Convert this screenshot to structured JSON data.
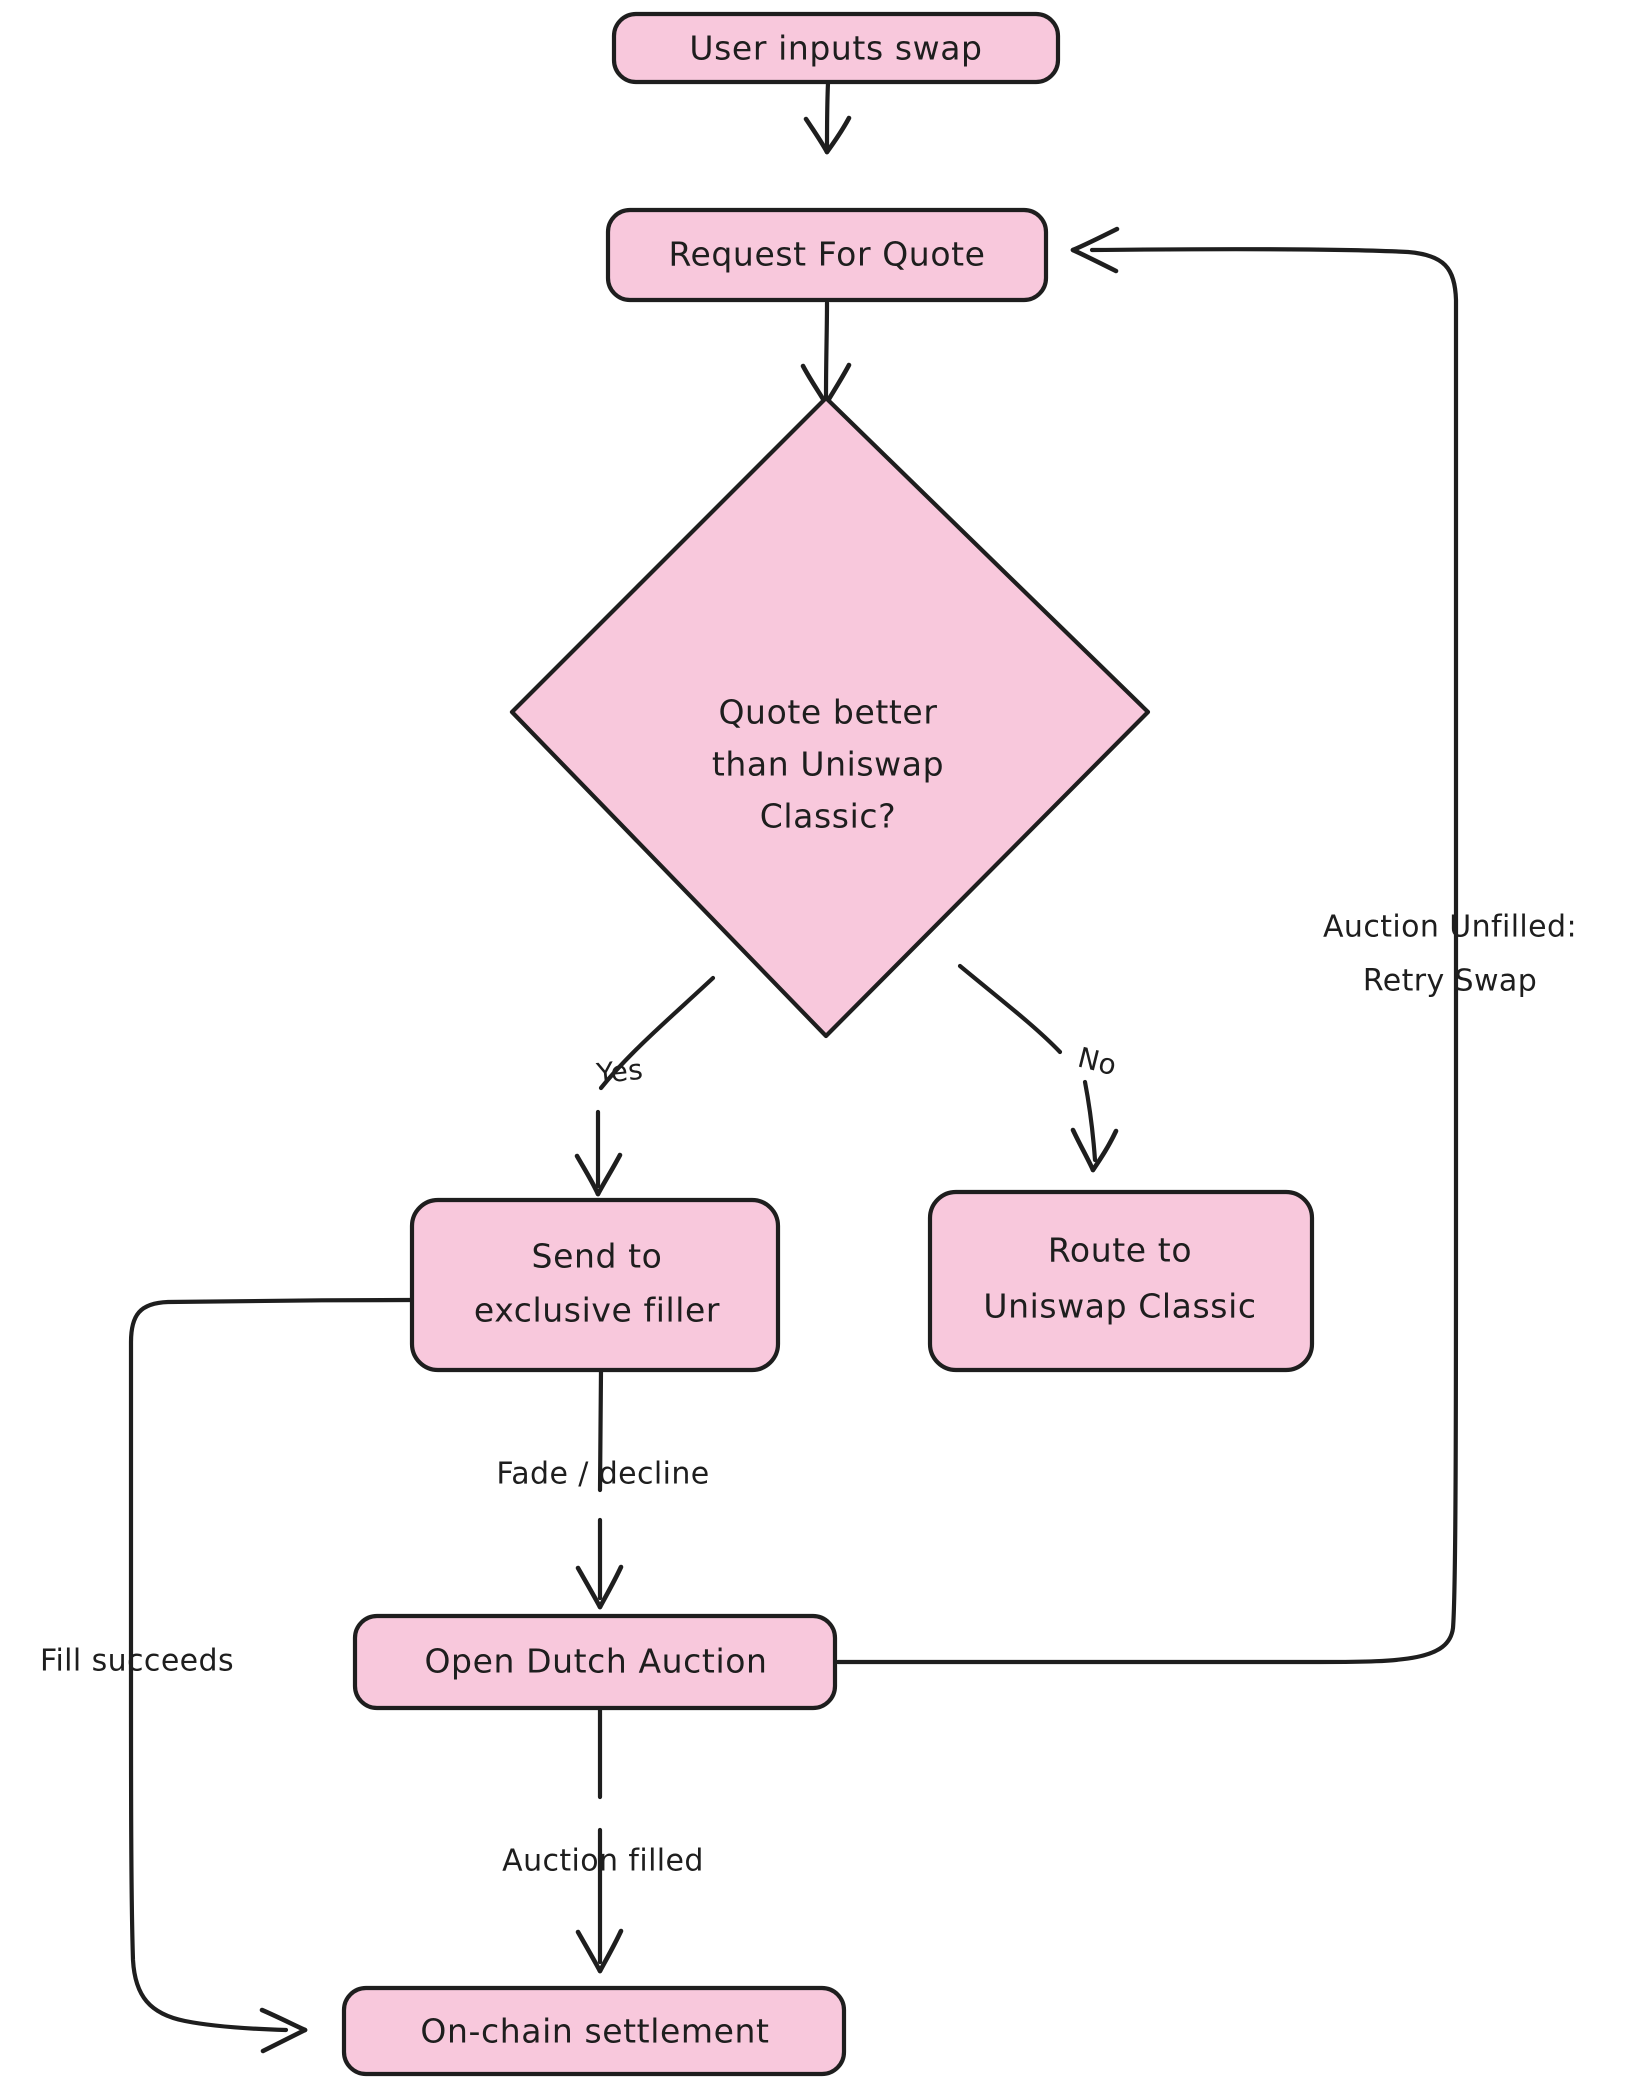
{
  "diagram": {
    "title": "Swap routing flowchart",
    "style": "hand-drawn",
    "colors": {
      "node_fill": "#f8c8dc",
      "stroke": "#1e1e1e",
      "background": "#ffffff",
      "text": "#1e1e1e"
    },
    "nodes": [
      {
        "id": "user-inputs-swap",
        "shape": "rounded-rect",
        "label": "User inputs swap"
      },
      {
        "id": "request-for-quote",
        "shape": "rounded-rect",
        "label": "Request For Quote"
      },
      {
        "id": "quote-better-decision",
        "shape": "diamond",
        "label_line1": "Quote better",
        "label_line2": "than Uniswap",
        "label_line3": "Classic?"
      },
      {
        "id": "send-to-exclusive-filler",
        "shape": "rounded-rect",
        "label_line1": "Send to",
        "label_line2": "exclusive filler"
      },
      {
        "id": "route-to-uniswap-classic",
        "shape": "rounded-rect",
        "label_line1": "Route to",
        "label_line2": "Uniswap Classic"
      },
      {
        "id": "open-dutch-auction",
        "shape": "rounded-rect",
        "label": "Open Dutch Auction"
      },
      {
        "id": "on-chain-settlement",
        "shape": "rounded-rect",
        "label": "On-chain settlement"
      }
    ],
    "edges": [
      {
        "id": "e1",
        "from": "user-inputs-swap",
        "to": "request-for-quote",
        "label": ""
      },
      {
        "id": "e2",
        "from": "request-for-quote",
        "to": "quote-better-decision",
        "label": ""
      },
      {
        "id": "e3",
        "from": "quote-better-decision",
        "to": "send-to-exclusive-filler",
        "label": "Yes"
      },
      {
        "id": "e4",
        "from": "quote-better-decision",
        "to": "route-to-uniswap-classic",
        "label": "No"
      },
      {
        "id": "e5",
        "from": "send-to-exclusive-filler",
        "to": "open-dutch-auction",
        "label": "Fade / decline"
      },
      {
        "id": "e6",
        "from": "open-dutch-auction",
        "to": "on-chain-settlement",
        "label": "Auction filled"
      },
      {
        "id": "e7",
        "from": "send-to-exclusive-filler",
        "to": "on-chain-settlement",
        "label": "Fill succeeds"
      },
      {
        "id": "e8",
        "from": "open-dutch-auction",
        "to": "request-for-quote",
        "label_line1": "Auction Unfilled:",
        "label_line2": "Retry Swap"
      }
    ]
  }
}
